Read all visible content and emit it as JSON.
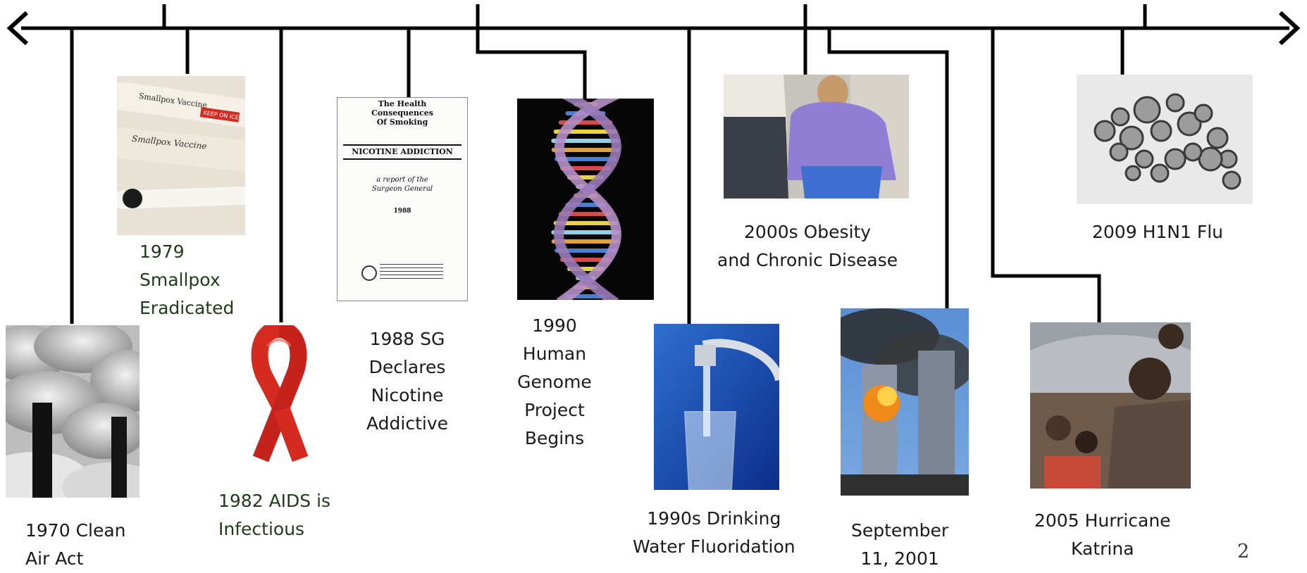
{
  "events": [
    {
      "id": "1970",
      "label": "1970 Clean\nAir Act",
      "image": "smokestacks-photo"
    },
    {
      "id": "1979",
      "label": "1979\nSmallpox\nEradicated",
      "image": "smallpox-vaccine-photo"
    },
    {
      "id": "1982",
      "label": "1982 AIDS is\nInfectious",
      "image": "red-ribbon"
    },
    {
      "id": "1988",
      "label": "1988 SG\nDeclares\nNicotine\nAddictive",
      "image": "surgeon-general-report-cover"
    },
    {
      "id": "1990",
      "label": "1990\nHuman\nGenome\nProject\nBegins",
      "image": "dna-helix-photo"
    },
    {
      "id": "1990s",
      "label": "1990s Drinking\nWater Fluoridation",
      "image": "tap-water-photo"
    },
    {
      "id": "2000s",
      "label": "2000s Obesity\nand Chronic Disease",
      "image": "obesity-photo"
    },
    {
      "id": "2001",
      "label": "September\n11, 2001",
      "image": "twin-towers-photo"
    },
    {
      "id": "2005",
      "label": "2005 Hurricane\nKatrina",
      "image": "katrina-evacuees-photo"
    },
    {
      "id": "2009",
      "label": "2009 H1N1 Flu",
      "image": "h1n1-virus-micrograph"
    }
  ],
  "report_cover": {
    "title": "The Health\nConsequences\nOf Smoking",
    "heading": "NICOTINE ADDICTION",
    "subtitle": "a report of the\nSurgeon General",
    "year": "1988"
  },
  "vaccine_tube": {
    "label1": "Smallpox Vaccine",
    "label2": "Smallpox Vaccine",
    "stamp": "KEEP ON ICE"
  },
  "page_number": "2",
  "colors": {
    "line": "#000000",
    "ribbon": "#d42a1f",
    "label_green": "#1f3b1a",
    "sky_blue": "#4a86d0"
  }
}
